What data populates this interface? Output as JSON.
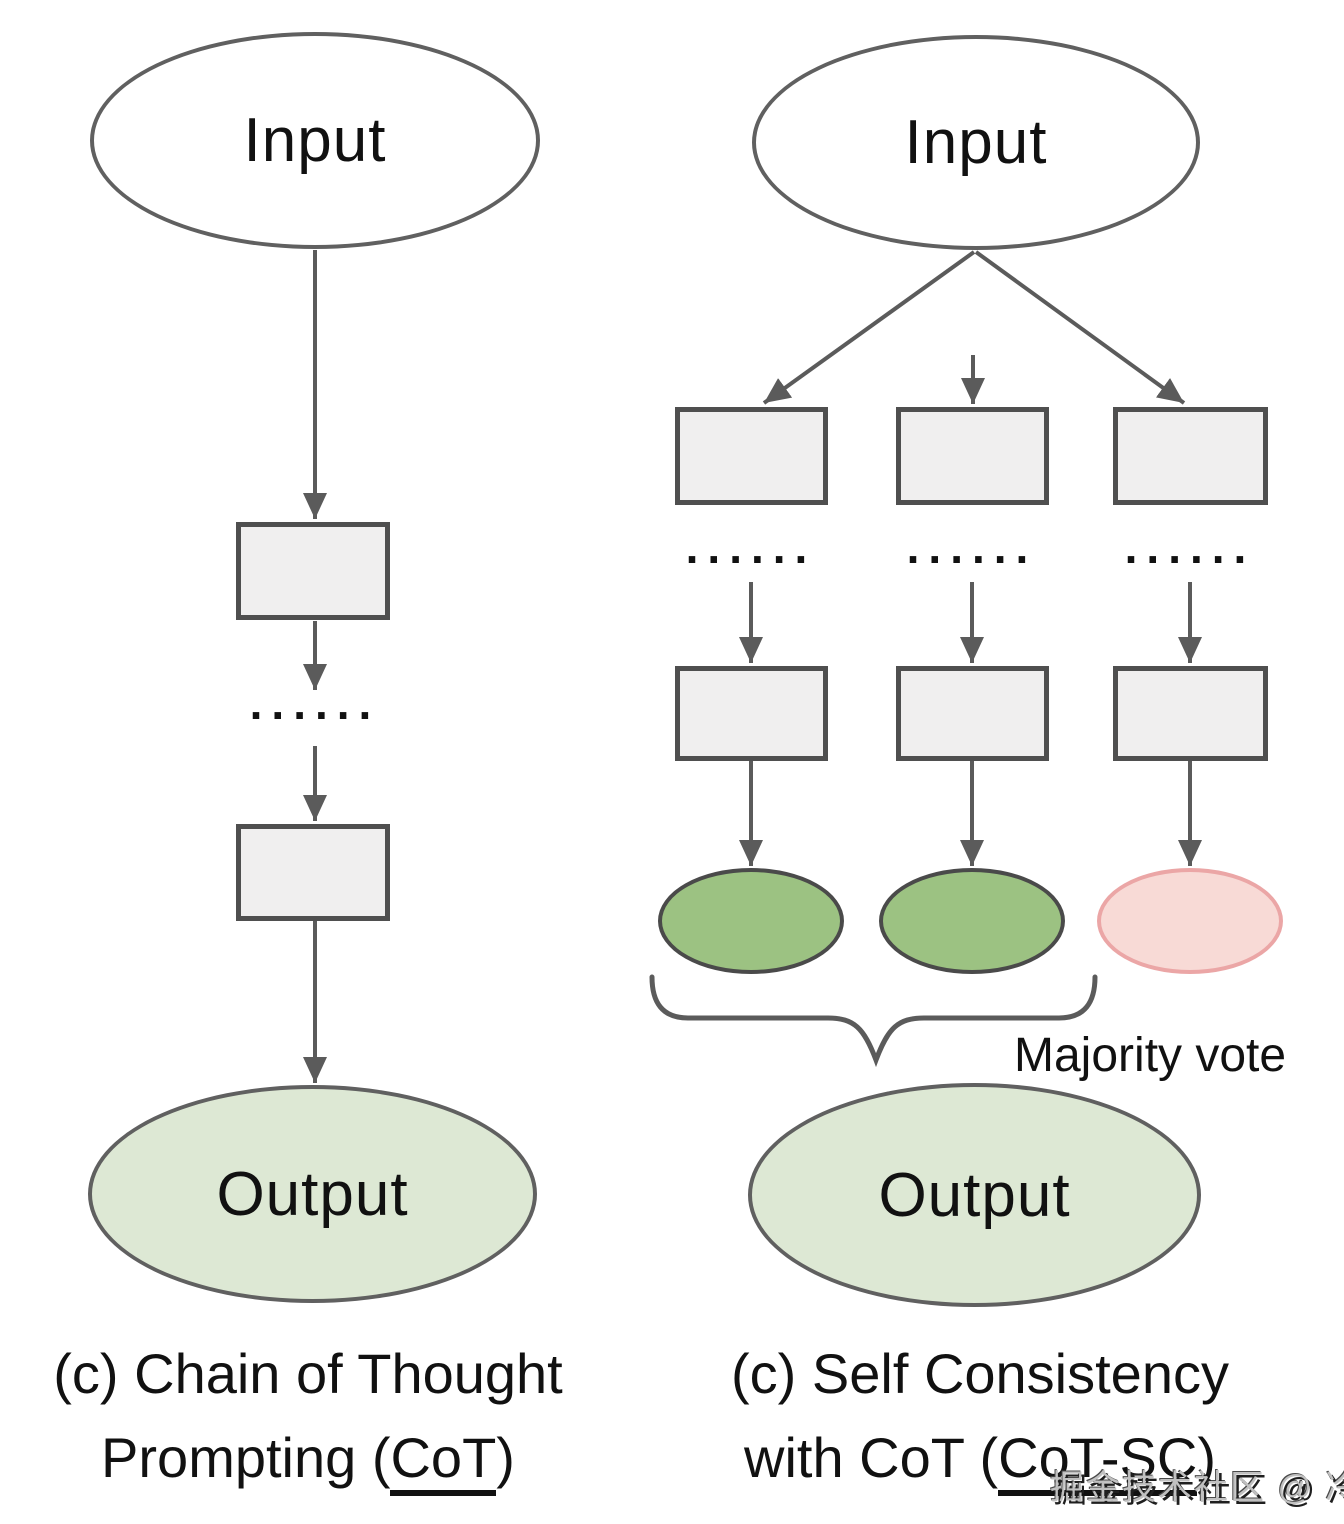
{
  "diagram": {
    "left": {
      "input_label": "Input",
      "dots": "......",
      "output_label": "Output",
      "caption": {
        "line1": "(c) Chain of Thought",
        "line2_prefix": "Prompting (",
        "line2_underline": "CoT",
        "line2_suffix": ")"
      }
    },
    "right": {
      "input_label": "Input",
      "dots": [
        "......",
        "......",
        "......"
      ],
      "majority_vote_label": "Majority vote",
      "output_label": "Output",
      "caption": {
        "line1": "(c) Self Consistency",
        "line2_prefix": "with CoT (",
        "line2_underline": "CoT-SC",
        "line2_suffix": ")"
      }
    },
    "watermark": "掘金技术社区 @ 冷眸_",
    "colors": {
      "line": "#5b5b5b",
      "box_fill": "#f0efef",
      "box_border": "#4f4f4f",
      "ellipse_border": "#606060",
      "output_fill": "#dde8d4",
      "result_green_fill": "#9cc282",
      "result_green_border": "#4a4a4a",
      "result_pink_fill": "#f8dad6",
      "result_pink_border": "#eba6a6",
      "text": "#111111",
      "watermark_gray": "#c0c0c0"
    }
  }
}
